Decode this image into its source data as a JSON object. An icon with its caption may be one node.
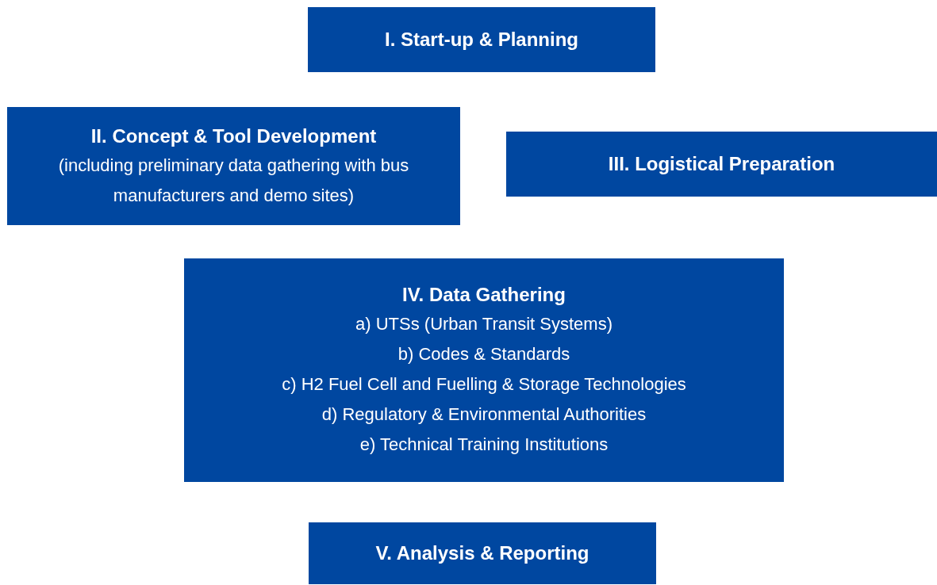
{
  "diagram": {
    "nodes": [
      {
        "text": [
          "I. Start-up & Planning"
        ]
      },
      {
        "text": [
          "II. Concept & Tool Development",
          "(including preliminary data gathering with bus manufacturers and demo sites)"
        ]
      },
      {
        "text": [
          "III. Logistical Preparation"
        ]
      },
      {
        "text": [
          "IV. Data Gathering",
          "a) UTSs (Urban Transit Systems)",
          "b) Codes & Standards",
          "c) H2 Fuel Cell and Fuelling & Storage Technologies",
          "d) Regulatory & Environmental Authorities",
          "e) Technical Training Institutions"
        ]
      },
      {
        "text": [
          "V. Analysis & Reporting"
        ]
      }
    ]
  }
}
